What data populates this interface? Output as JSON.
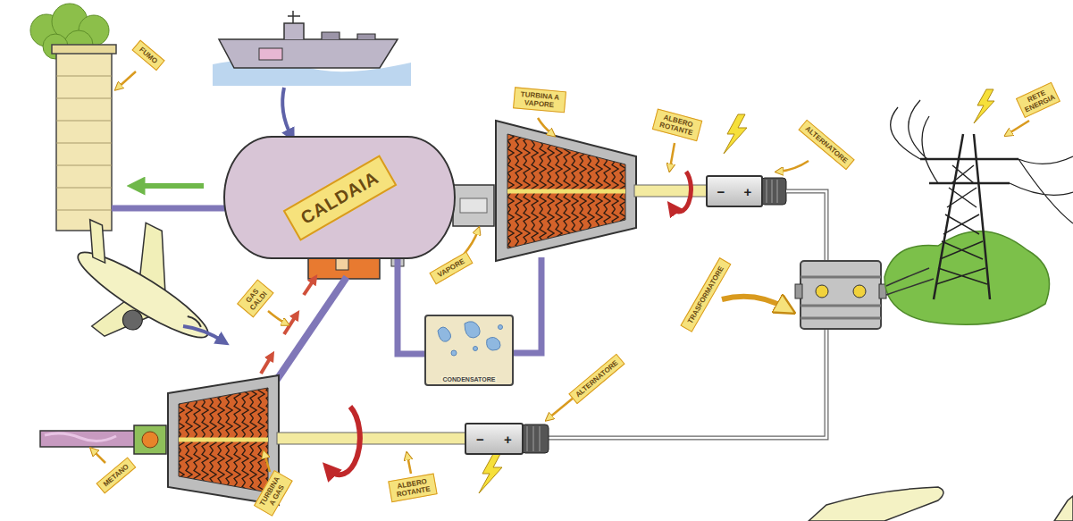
{
  "diagram": {
    "nodes": [
      {
        "text": [
          "CALDAIA"
        ]
      },
      {
        "text": [
          "CONDENSATORE"
        ]
      },
      {
        "text": [
          "−",
          "+"
        ]
      },
      {
        "text": [
          "−",
          "+"
        ]
      }
    ],
    "edges": [
      {
        "from": 0,
        "to": 1,
        "arrow": "none"
      }
    ],
    "labels": [
      "FUMO",
      "TURBINA A VAPORE",
      "ALBERO ROTANTE",
      "ALTERNATORE",
      "RETE ENERGIA",
      "VAPORE",
      "GAS CALDI",
      "TRASFORMATORE",
      "ALTERNATORE",
      "ALBERO ROTANTE",
      "TURBINA A GAS",
      "METANO"
    ]
  }
}
